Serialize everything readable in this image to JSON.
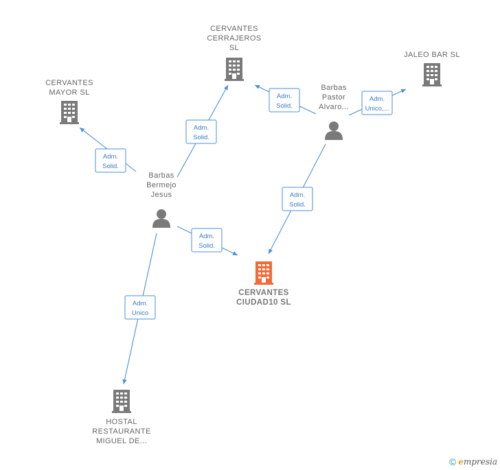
{
  "nodes": {
    "cerrajeros": {
      "lines": [
        "CERVANTES",
        "CERRAJEROS",
        "SL"
      ],
      "kind": "company"
    },
    "mayor": {
      "lines": [
        "CERVANTES",
        "MAYOR  SL"
      ],
      "kind": "company"
    },
    "jaleo": {
      "lines": [
        "JALEO BAR  SL"
      ],
      "kind": "company"
    },
    "ciudad10": {
      "lines": [
        "CERVANTES",
        "CIUDAD10  SL"
      ],
      "kind": "company-main"
    },
    "hostal": {
      "lines": [
        "HOSTAL",
        "RESTAURANTE",
        "MIGUEL DE..."
      ],
      "kind": "company"
    },
    "bermejo": {
      "lines": [
        "Barbas",
        "Bermejo",
        "Jesus"
      ],
      "kind": "person"
    },
    "pastor": {
      "lines": [
        "Barbas",
        "Pastor",
        "Alvaro..."
      ],
      "kind": "person"
    }
  },
  "edges": [
    {
      "from": "bermejo",
      "to": "mayor",
      "label": [
        "Adm.",
        "Solid."
      ]
    },
    {
      "from": "bermejo",
      "to": "cerrajeros",
      "label": [
        "Adm.",
        "Solid."
      ]
    },
    {
      "from": "bermejo",
      "to": "ciudad10",
      "label": [
        "Adm.",
        "Solid."
      ]
    },
    {
      "from": "bermejo",
      "to": "hostal",
      "label": [
        "Adm.",
        "Unico"
      ]
    },
    {
      "from": "pastor",
      "to": "cerrajeros",
      "label": [
        "Adm.",
        "Solid."
      ]
    },
    {
      "from": "pastor",
      "to": "jaleo",
      "label": [
        "Adm.",
        "Unico,..."
      ]
    },
    {
      "from": "pastor",
      "to": "ciudad10",
      "label": [
        "Adm.",
        "Solid."
      ]
    }
  ],
  "colors": {
    "company": "#7a7a7a",
    "company_main": "#f26a36",
    "person": "#7a7a7a",
    "edge": "#4a8fd6"
  },
  "footer": {
    "copyright": "©",
    "brand_initial": "e",
    "brand_rest": "mpresia"
  }
}
